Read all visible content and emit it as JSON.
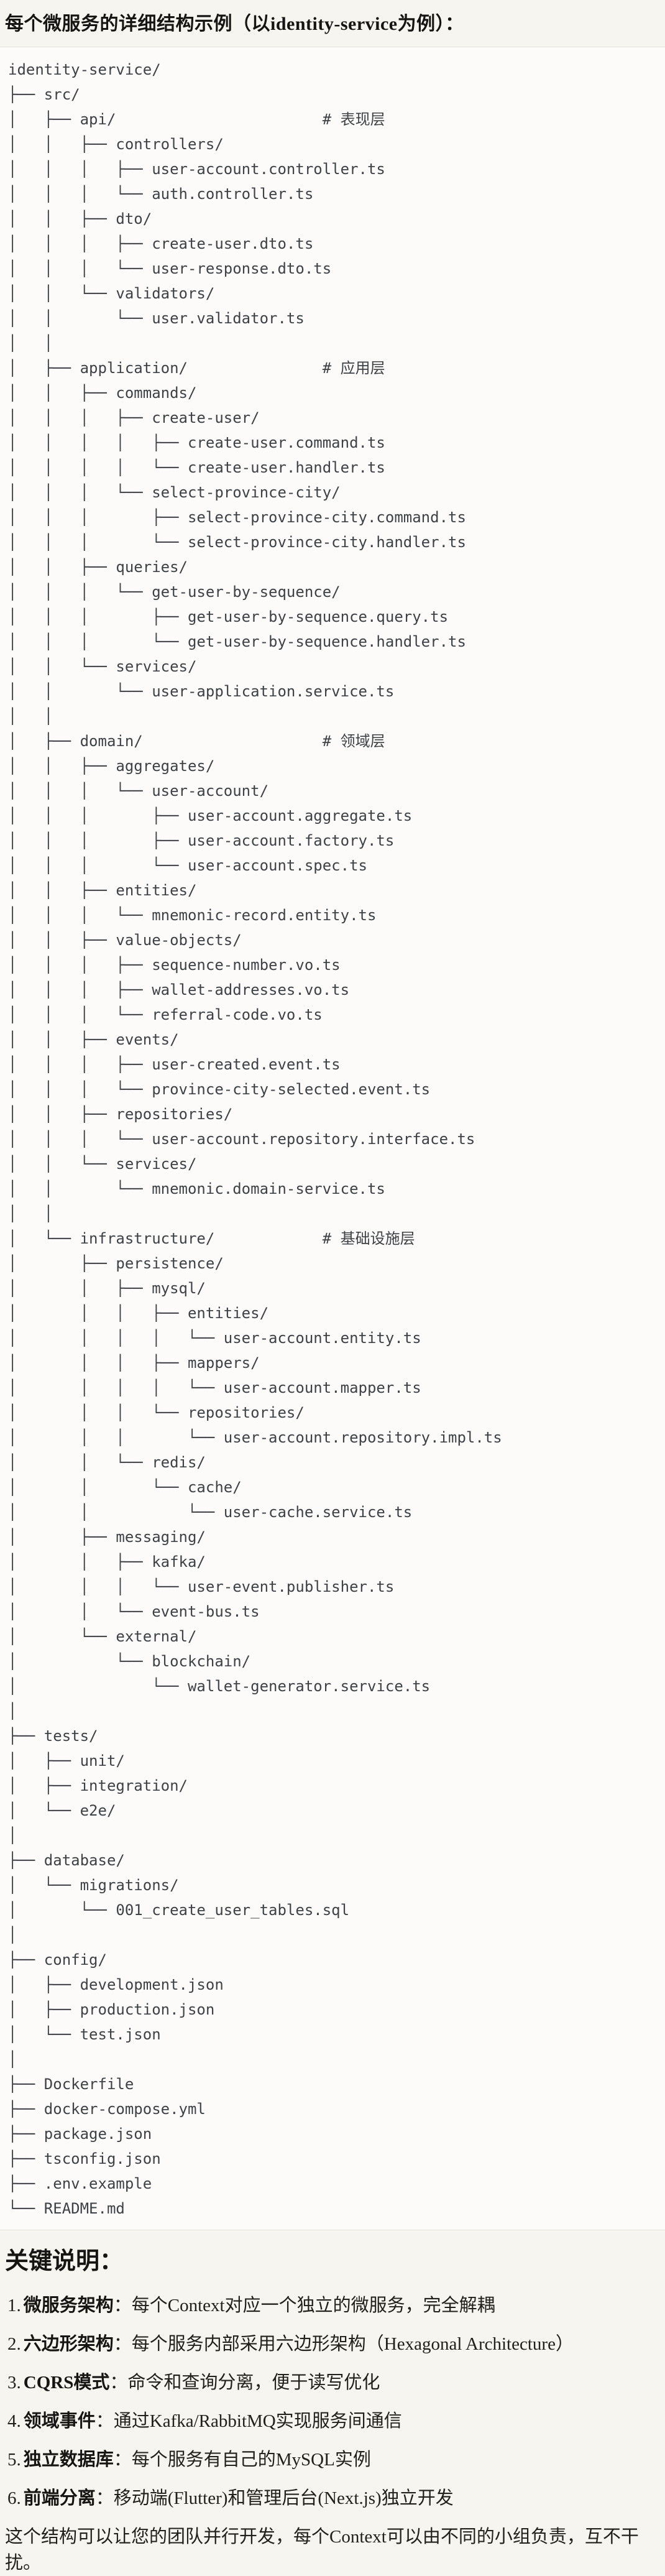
{
  "page": {
    "title": "每个微服务的详细结构示例（以identity-service为例）：",
    "background_color": "#f7f5ef",
    "text_color": "#1d1c18"
  },
  "code_block": {
    "background_color": "#fcfbf9",
    "border_color": "#e4e2db",
    "text_color": "#3d4247",
    "root": "identity-service/",
    "layer_comments": [
      "# 表现层",
      "# 应用层",
      "# 领域层",
      "# 基础设施层"
    ],
    "tree_lines": [
      "identity-service/",
      "├── src/",
      "│   ├── api/                       # 表现层",
      "│   │   ├── controllers/",
      "│   │   │   ├── user-account.controller.ts",
      "│   │   │   └── auth.controller.ts",
      "│   │   ├── dto/",
      "│   │   │   ├── create-user.dto.ts",
      "│   │   │   └── user-response.dto.ts",
      "│   │   └── validators/",
      "│   │       └── user.validator.ts",
      "│   │",
      "│   ├── application/               # 应用层",
      "│   │   ├── commands/",
      "│   │   │   ├── create-user/",
      "│   │   │   │   ├── create-user.command.ts",
      "│   │   │   │   └── create-user.handler.ts",
      "│   │   │   └── select-province-city/",
      "│   │   │       ├── select-province-city.command.ts",
      "│   │   │       └── select-province-city.handler.ts",
      "│   │   ├── queries/",
      "│   │   │   └── get-user-by-sequence/",
      "│   │   │       ├── get-user-by-sequence.query.ts",
      "│   │   │       └── get-user-by-sequence.handler.ts",
      "│   │   └── services/",
      "│   │       └── user-application.service.ts",
      "│   │",
      "│   ├── domain/                    # 领域层",
      "│   │   ├── aggregates/",
      "│   │   │   └── user-account/",
      "│   │   │       ├── user-account.aggregate.ts",
      "│   │   │       ├── user-account.factory.ts",
      "│   │   │       └── user-account.spec.ts",
      "│   │   ├── entities/",
      "│   │   │   └── mnemonic-record.entity.ts",
      "│   │   ├── value-objects/",
      "│   │   │   ├── sequence-number.vo.ts",
      "│   │   │   ├── wallet-addresses.vo.ts",
      "│   │   │   └── referral-code.vo.ts",
      "│   │   ├── events/",
      "│   │   │   ├── user-created.event.ts",
      "│   │   │   └── province-city-selected.event.ts",
      "│   │   ├── repositories/",
      "│   │   │   └── user-account.repository.interface.ts",
      "│   │   └── services/",
      "│   │       └── mnemonic.domain-service.ts",
      "│   │",
      "│   └── infrastructure/            # 基础设施层",
      "│       ├── persistence/",
      "│       │   ├── mysql/",
      "│       │   │   ├── entities/",
      "│       │   │   │   └── user-account.entity.ts",
      "│       │   │   ├── mappers/",
      "│       │   │   │   └── user-account.mapper.ts",
      "│       │   │   └── repositories/",
      "│       │   │       └── user-account.repository.impl.ts",
      "│       │   └── redis/",
      "│       │       └── cache/",
      "│       │           └── user-cache.service.ts",
      "│       ├── messaging/",
      "│       │   ├── kafka/",
      "│       │   │   └── user-event.publisher.ts",
      "│       │   └── event-bus.ts",
      "│       └── external/",
      "│           └── blockchain/",
      "│               └── wallet-generator.service.ts",
      "│",
      "├── tests/",
      "│   ├── unit/",
      "│   ├── integration/",
      "│   └── e2e/",
      "│",
      "├── database/",
      "│   └── migrations/",
      "│       └── 001_create_user_tables.sql",
      "│",
      "├── config/",
      "│   ├── development.json",
      "│   ├── production.json",
      "│   └── test.json",
      "│",
      "├── Dockerfile",
      "├── docker-compose.yml",
      "├── package.json",
      "├── tsconfig.json",
      "├── .env.example",
      "└── README.md"
    ]
  },
  "notes": {
    "heading": "关键说明：",
    "items": [
      {
        "num": "1.",
        "label": "微服务架构",
        "text": "：每个Context对应一个独立的微服务，完全解耦"
      },
      {
        "num": "2.",
        "label": "六边形架构",
        "text": "：每个服务内部采用六边形架构（Hexagonal Architecture）"
      },
      {
        "num": "3.",
        "label": "CQRS模式",
        "text": "：命令和查询分离，便于读写优化"
      },
      {
        "num": "4.",
        "label": "领域事件",
        "text": "：通过Kafka/RabbitMQ实现服务间通信"
      },
      {
        "num": "5.",
        "label": "独立数据库",
        "text": "：每个服务有自己的MySQL实例"
      },
      {
        "num": "6.",
        "label": "前端分离",
        "text": "：移动端(Flutter)和管理后台(Next.js)独立开发"
      }
    ],
    "footer": "这个结构可以让您的团队并行开发，每个Context可以由不同的小组负责，互不干扰。"
  }
}
